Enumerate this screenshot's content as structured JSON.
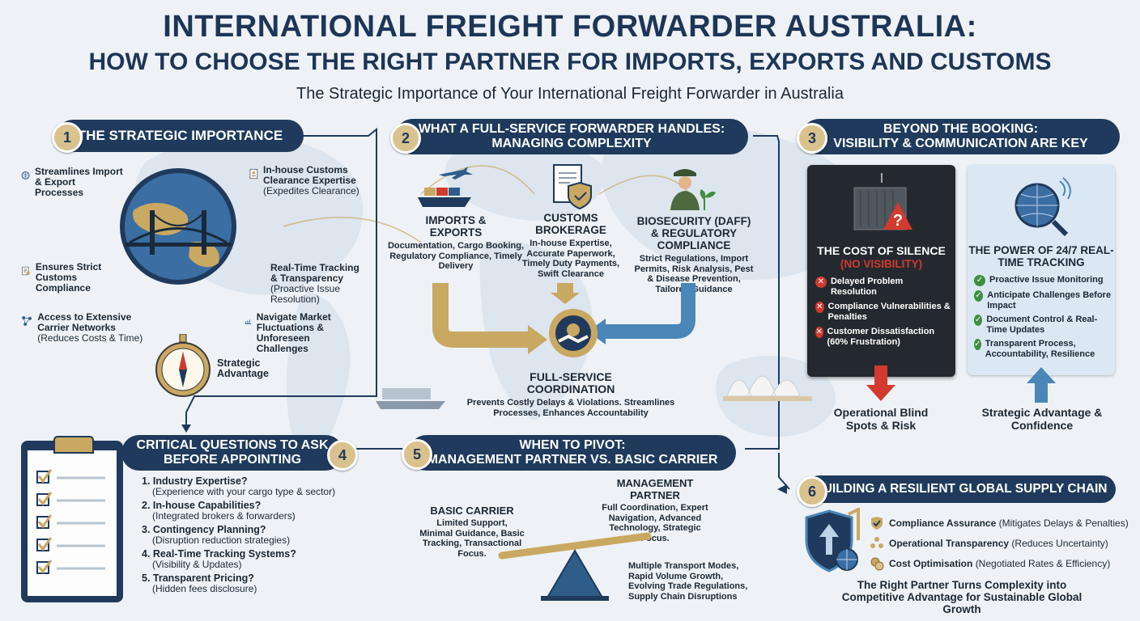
{
  "header": {
    "title_line1": "INTERNATIONAL FREIGHT FORWARDER AUSTRALIA:",
    "title_line2": "HOW TO CHOOSE THE RIGHT PARTNER FOR IMPORTS, EXPORTS AND CUSTOMS",
    "subtitle": "The Strategic Importance of Your International Freight Forwarder in Australia"
  },
  "s1": {
    "num": "1",
    "title": "THE STRATEGIC IMPORTANCE",
    "left": [
      {
        "title": "Streamlines Import & Export Processes",
        "sub": ""
      },
      {
        "title": "Ensures Strict Customs Compliance",
        "sub": ""
      },
      {
        "title": "Access to Extensive Carrier Networks",
        "sub": "(Reduces Costs & Time)"
      }
    ],
    "right": [
      {
        "title": "In-house Customs Clearance Expertise",
        "sub": "(Expedites Clearance)"
      },
      {
        "title": "Real-Time Tracking & Transparency",
        "sub": "(Proactive Issue Resolution)"
      },
      {
        "title": "Navigate Market Fluctuations & Unforeseen Challenges",
        "sub": ""
      }
    ],
    "compass_label": "Strategic Advantage"
  },
  "s2": {
    "num": "2",
    "title_line1": "WHAT A FULL-SERVICE FORWARDER HANDLES:",
    "title_line2": "MANAGING COMPLEXITY",
    "imports": {
      "title": "IMPORTS & EXPORTS",
      "body": "Documentation, Cargo Booking, Regulatory Compliance, Timely Delivery"
    },
    "customs": {
      "title": "CUSTOMS BROKERAGE",
      "body": "In-house Expertise, Accurate Paperwork, Timely Duty Payments, Swift Clearance"
    },
    "bio": {
      "title": "BIOSECURITY (DAFF) & REGULATORY COMPLIANCE",
      "body": "Strict Regulations, Import Permits, Risk Analysis, Pest & Disease Prevention, Tailored Guidance"
    },
    "center": {
      "title": "FULL-SERVICE COORDINATION",
      "body": "Prevents Costly Delays & Violations. Streamlines Processes, Enhances Accountability"
    }
  },
  "s3": {
    "num": "3",
    "title_line1": "BEYOND THE BOOKING:",
    "title_line2": "VISIBILITY & COMMUNICATION ARE KEY",
    "dark": {
      "title": "THE COST OF SILENCE",
      "subtitle": "(NO VISIBILITY)",
      "items": [
        "Delayed Problem Resolution",
        "Compliance Vulnerabilities & Penalties",
        "Customer Dissatisfaction (60% Frustration)"
      ],
      "outcome": "Operational Blind Spots & Risk"
    },
    "light": {
      "title": "THE POWER OF 24/7 REAL-TIME TRACKING",
      "items": [
        "Proactive Issue Monitoring",
        "Anticipate Challenges Before Impact",
        "Document Control & Real-Time Updates",
        "Transparent Process, Accountability, Resilience"
      ],
      "outcome": "Strategic Advantage & Confidence"
    }
  },
  "s4": {
    "num": "4",
    "title_line1": "CRITICAL QUESTIONS TO ASK",
    "title_line2": "BEFORE APPOINTING",
    "questions": [
      {
        "q": "1. Industry Expertise?",
        "sub": "(Experience with your cargo type & sector)"
      },
      {
        "q": "2. In-house Capabilities?",
        "sub": "(Integrated brokers & forwarders)"
      },
      {
        "q": "3. Contingency Planning?",
        "sub": "(Disruption reduction strategies)"
      },
      {
        "q": "4. Real-Time Tracking Systems?",
        "sub": "(Visibility & Updates)"
      },
      {
        "q": "5. Transparent Pricing?",
        "sub": "(Hidden fees disclosure)"
      }
    ]
  },
  "s5": {
    "num": "5",
    "title_line1": "WHEN TO PIVOT:",
    "title_line2": "MANAGEMENT PARTNER VS. BASIC CARRIER",
    "basic": {
      "title": "BASIC CARRIER",
      "body": "Limited Support, Minimal Guidance, Basic Tracking, Transactional Focus."
    },
    "partner": {
      "title": "MANAGEMENT PARTNER",
      "body": "Full Coordination, Expert Navigation, Advanced Technology, Strategic Focus."
    },
    "triggers": "Multiple Transport Modes, Rapid Volume Growth, Evolving Trade Regulations, Supply Chain Disruptions"
  },
  "s6": {
    "num": "6",
    "title": "BUILDING A RESILIENT GLOBAL SUPPLY CHAIN",
    "items": [
      {
        "b": "Compliance Assurance",
        "n": "(Mitigates Delays & Penalties)"
      },
      {
        "b": "Operational Transparency",
        "n": "(Reduces Uncertainty)"
      },
      {
        "b": "Cost Optimisation",
        "n": "(Negotiated Rates & Efficiency)"
      }
    ],
    "footer": "The Right Partner Turns Complexity into Competitive Advantage for Sustainable Global Growth"
  },
  "colors": {
    "navy": "#1f3a5c",
    "gold": "#c9a862",
    "blue": "#4a86b8",
    "red": "#d23a2e",
    "green": "#3f8f3f"
  }
}
